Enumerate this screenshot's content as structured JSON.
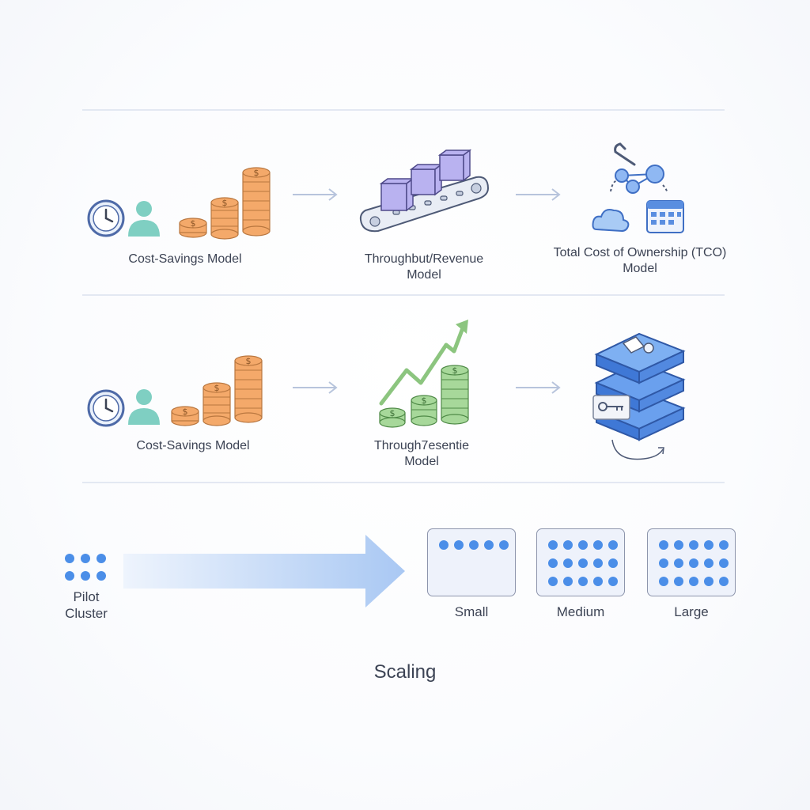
{
  "row1": {
    "cost_label": "Cost-Savings Model",
    "throughput_label_line1": "Throughbut/Revenue",
    "throughput_label_line2": "Model",
    "tco_label_line1": "Total Cost of Ownership (TCO)",
    "tco_label_line2": "Model"
  },
  "row2": {
    "cost_label": "Cost-Savings Model",
    "throughput_label_line1": "Through7esentie",
    "throughput_label_line2": "Model"
  },
  "scaling": {
    "pilot_line1": "Pilot",
    "pilot_line2": "Cluster",
    "sizes": [
      "Small",
      "Medium",
      "Large"
    ],
    "title": "Scaling"
  },
  "colors": {
    "accent_blue": "#4b8ee8",
    "coin_orange": "#f4a96a",
    "coin_green": "#a7d89a",
    "cube_purple": "#b9b2f0",
    "teal": "#7fcfc2",
    "divider": "#e3e8f2"
  },
  "icons": [
    "clock-icon",
    "person-icon",
    "coin-stack-icon",
    "conveyor-icon",
    "wrench-icon",
    "network-icon",
    "cloud-icon",
    "calendar-icon",
    "growth-arrow-icon",
    "server-stack-icon",
    "key-icon",
    "refresh-arrow-icon"
  ]
}
